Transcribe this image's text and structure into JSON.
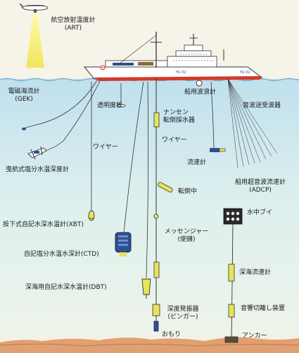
{
  "labels": {
    "art": {
      "name": "航空放射温度計",
      "abbr": "(ART)"
    },
    "gek": {
      "name": "電磁海流計",
      "abbr": "(GEK)"
    },
    "transparency": "透明度板",
    "nansen": {
      "line1": "ナンセン",
      "line2": "転倒採水器"
    },
    "wave": "船用波浪計",
    "echo": "音波送受波器",
    "wire_right": "ワイヤー",
    "wire_left": "ワイヤー",
    "towed": "曳航式塩分水温深度計",
    "current_meter": "流速計",
    "adcp": {
      "name": "船用超音波流速計",
      "abbr": "(ADCP)"
    },
    "reversing": "転倒中",
    "buoy": "水中ブイ",
    "xbt": "投下式自記水深水温計(XBT)",
    "messenger": {
      "line1": "メッセンジャー",
      "line2": "(使錘)"
    },
    "ctd": "自記塩分水温水深計(CTD)",
    "deep_current": "深海流速計",
    "dbt": "深海用自記水深水温計(DBT)",
    "release": "音響切離し装置",
    "pinger": {
      "line1": "深度発振器",
      "line2": "(ピンガー)"
    },
    "weight": "おもり",
    "anchor": "アンカー"
  },
  "ship": {
    "bow_mark": "HL 02",
    "stern_mark": "HL 02"
  },
  "colors": {
    "sea_top": "#bfe0ee",
    "sea_bottom": "#e8f2ec",
    "seabed": "#e0a072",
    "seabed_dark": "#c9754a",
    "beam": "#f4ee6e",
    "instrument_blue": "#2f4f8f",
    "instrument_yellow": "#e9e35a",
    "ship_hull": "#ffffff",
    "waterline": "#d23a2a"
  }
}
